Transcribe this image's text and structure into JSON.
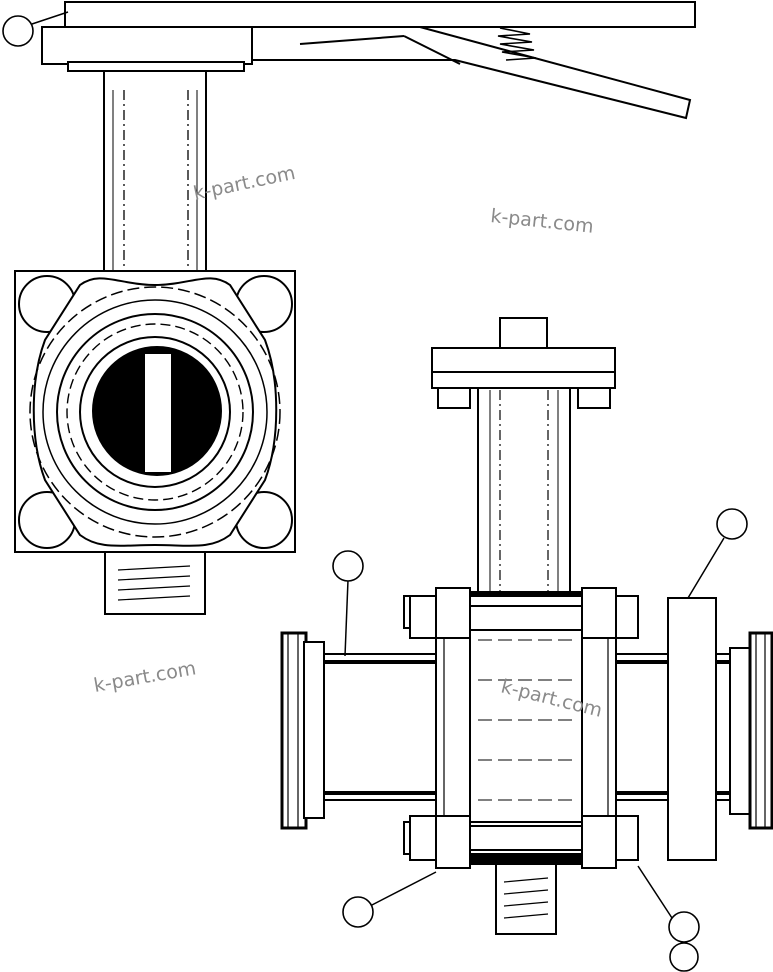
{
  "watermarks": [
    "k-part.com",
    "k-part.com",
    "k-part.com",
    "k-part.com"
  ],
  "callouts": [
    {
      "id": "c1",
      "label": ""
    },
    {
      "id": "c2",
      "label": ""
    },
    {
      "id": "c3",
      "label": ""
    },
    {
      "id": "c4",
      "label": ""
    },
    {
      "id": "c5",
      "label": ""
    },
    {
      "id": "c6",
      "label": ""
    }
  ],
  "colors": {
    "line": "#000000",
    "paper": "#ffffff",
    "watermark": "#8a8a8a"
  }
}
